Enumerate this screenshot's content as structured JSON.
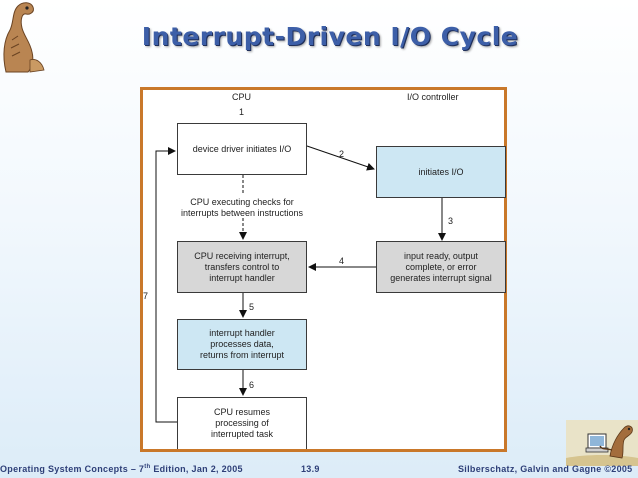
{
  "slide": {
    "title": "Interrupt-Driven I/O Cycle"
  },
  "diagram": {
    "cpu_label": "CPU",
    "io_label": "I/O controller",
    "boxes": {
      "driver": "device driver initiates I/O",
      "initiates": "initiates I/O",
      "receiving": "CPU receiving interrupt,\ntransfers control to\ninterrupt handler",
      "input_ready": "input ready, output\ncomplete, or error\ngenerates interrupt signal",
      "handler": "interrupt handler\nprocesses data,\nreturns from interrupt",
      "resumes": "CPU resumes\nprocessing of\ninterrupted task"
    },
    "checking_text": "CPU executing checks for\ninterrupts between instructions",
    "steps": [
      "1",
      "2",
      "3",
      "4",
      "5",
      "6",
      "7"
    ]
  },
  "footer": {
    "left_prefix": "Operating System Concepts – 7",
    "left_sup": "th",
    "left_suffix": " Edition, Jan 2, 2005",
    "center": "13.9",
    "right": "Silberschatz, Galvin and Gagne ©2005"
  },
  "colors": {
    "title": "#3d5fa8",
    "frame": "#c9782a",
    "blue_box": "#cde7f3",
    "gray_box": "#d7d7d7"
  },
  "icons": [
    "dinosaur-mascot-icon",
    "dinosaur-computer-mascot-icon"
  ]
}
